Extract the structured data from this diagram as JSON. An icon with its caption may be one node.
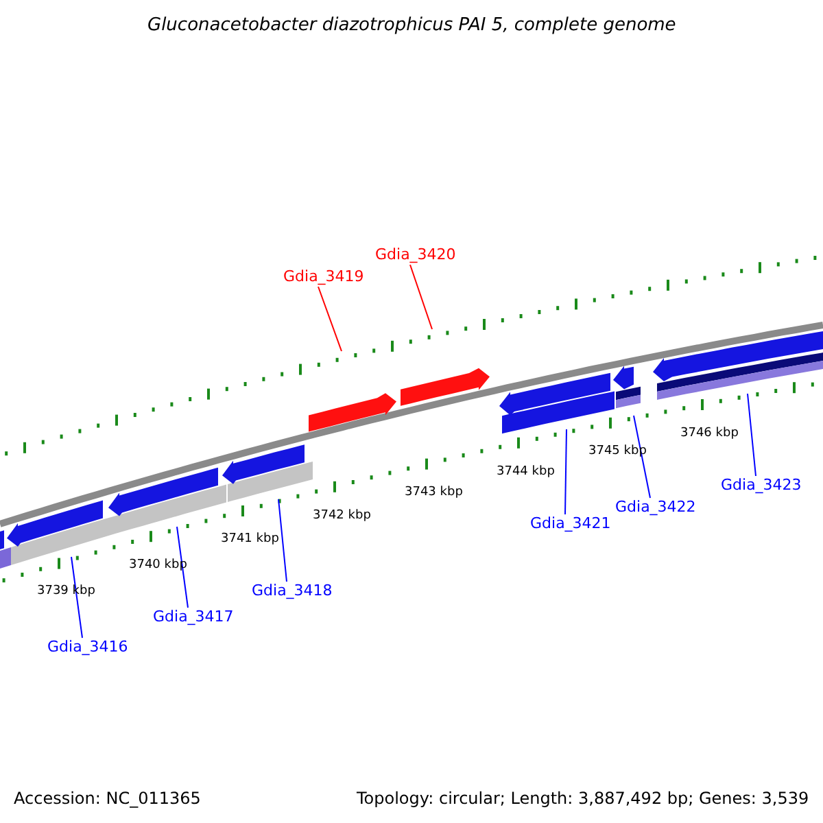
{
  "diagram": {
    "title": "Gluconacetobacter diazotrophicus PAI 5, complete genome",
    "nodes": [
      {
        "text": [
          "Gdia_3416"
        ]
      },
      {
        "text": [
          "Gdia_3417"
        ]
      },
      {
        "text": [
          "Gdia_3418"
        ]
      },
      {
        "text": [
          "Gdia_3419"
        ]
      },
      {
        "text": [
          "Gdia_3420"
        ]
      },
      {
        "text": [
          "Gdia_3421"
        ]
      },
      {
        "text": [
          "Gdia_3422"
        ]
      },
      {
        "text": [
          "Gdia_3423"
        ]
      }
    ],
    "edges": [
      {
        "from": 0,
        "to": null,
        "arrow": "none"
      },
      {
        "from": 1,
        "to": null,
        "arrow": "none"
      },
      {
        "from": 2,
        "to": null,
        "arrow": "none"
      },
      {
        "from": 3,
        "to": null,
        "arrow": "none",
        "color": "#ff0000"
      },
      {
        "from": 4,
        "to": null,
        "arrow": "none",
        "color": "#ff0000"
      },
      {
        "from": 5,
        "to": null,
        "arrow": "none"
      },
      {
        "from": 6,
        "to": null,
        "arrow": "none"
      },
      {
        "from": 7,
        "to": null,
        "arrow": "none"
      }
    ],
    "labels": [
      "3739 kbp",
      "3740 kbp",
      "3741 kbp",
      "3742 kbp",
      "3743 kbp",
      "3744 kbp",
      "3745 kbp",
      "3746 kbp",
      "Accession: NC_011365",
      "Topology: circular; Length: 3,887,492 bp; Genes: 3,539"
    ]
  }
}
